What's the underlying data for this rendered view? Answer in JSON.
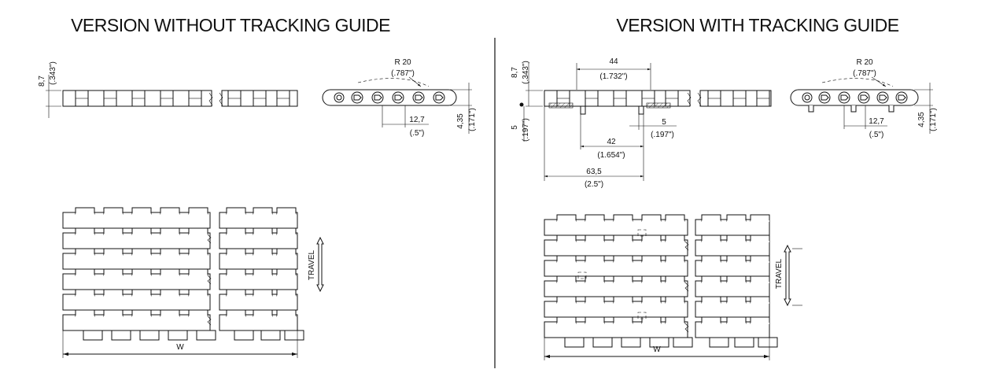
{
  "panels": {
    "left": {
      "title": "VERSION WITHOUT TRACKING GUIDE",
      "thickness": {
        "mm": "8,7",
        "in": "(.343\")"
      },
      "radius": {
        "mm": "R 20",
        "in": "(.787\")"
      },
      "pitch": {
        "mm": "12,7",
        "in": "(.5\")"
      },
      "height": {
        "mm": "4,35",
        "in": "(.171\")"
      },
      "travel": "TRAVEL",
      "width": "W"
    },
    "right": {
      "title": "VERSION WITH TRACKING GUIDE",
      "thickness": {
        "mm": "8,7",
        "in": "(.343\")"
      },
      "guide_spacing": {
        "mm": "44",
        "in": "(1.732\")"
      },
      "guide_height": {
        "mm": "5",
        "in": "(.197\")"
      },
      "guide_width": {
        "mm": "5",
        "in": "(.197\")"
      },
      "guide_offset": {
        "mm": "42",
        "in": "(1.654\")"
      },
      "module_width": {
        "mm": "63,5",
        "in": "(2.5\")"
      },
      "radius": {
        "mm": "R 20",
        "in": "(.787\")"
      },
      "pitch": {
        "mm": "12,7",
        "in": "(.5\")"
      },
      "height": {
        "mm": "4,35",
        "in": "(.171\")"
      },
      "travel": "TRAVEL",
      "width": "W"
    }
  }
}
